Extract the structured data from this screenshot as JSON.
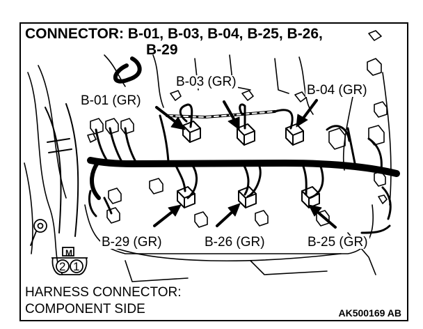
{
  "title": {
    "line1": "CONNECTOR: B-01, B-03, B-04, B-25, B-26,",
    "line2": "B-29"
  },
  "callouts": {
    "b01": "B-01 (GR)",
    "b03": "B-03 (GR)",
    "b04": "B-04 (GR)",
    "b29": "B-29 (GR)",
    "b26": "B-26 (GR)",
    "b25": "B-25 (GR)"
  },
  "connector_symbol": {
    "tag": "M",
    "pins": [
      "2",
      "1"
    ]
  },
  "caption": {
    "line1": "HARNESS CONNECTOR:",
    "line2": "COMPONENT SIDE"
  },
  "figure_id": "AK500169 AB"
}
